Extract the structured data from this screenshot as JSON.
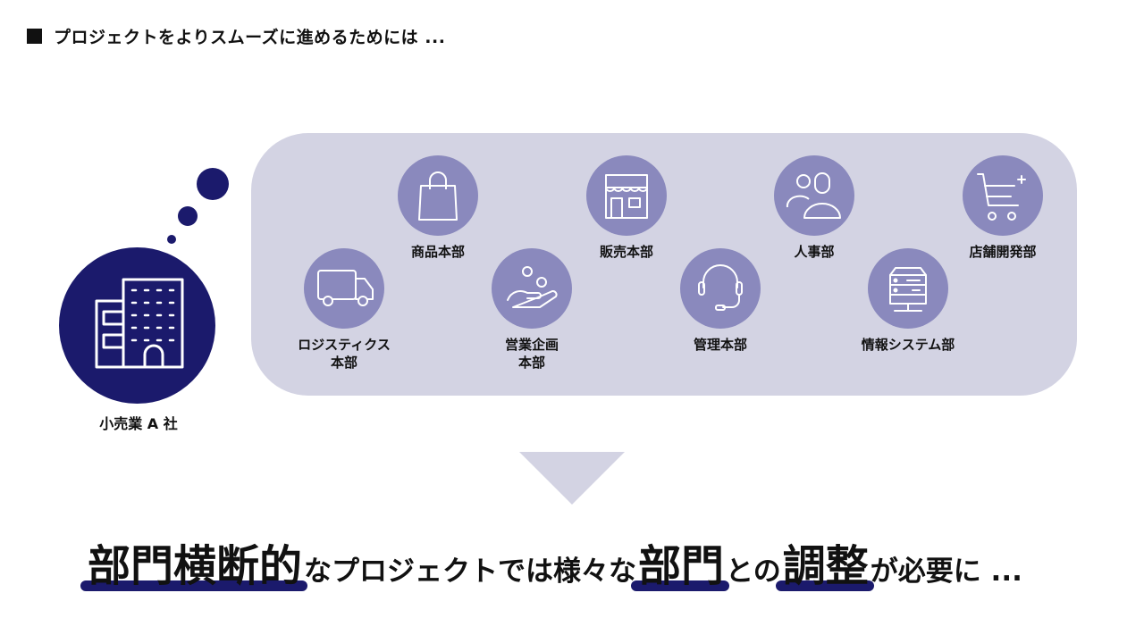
{
  "header": {
    "text": "プロジェクトをよりスムーズに進めるためには ..."
  },
  "company": {
    "label": "小売業 A 社"
  },
  "departments": [
    {
      "label": "ロジスティクス\n本部",
      "icon": "truck-icon"
    },
    {
      "label": "商品本部",
      "icon": "shopping-bag-icon"
    },
    {
      "label": "営業企画\n本部",
      "icon": "hand-coins-icon"
    },
    {
      "label": "販売本部",
      "icon": "storefront-icon"
    },
    {
      "label": "管理本部",
      "icon": "headset-icon"
    },
    {
      "label": "人事部",
      "icon": "people-icon"
    },
    {
      "label": "情報システム部",
      "icon": "server-icon"
    },
    {
      "label": "店舗開発部",
      "icon": "cart-plus-icon"
    }
  ],
  "conclusion": {
    "part1": "部門横断的",
    "part2": "なプロジェクトでは様々な",
    "part3": "部門",
    "part4": "との",
    "part5": "調整",
    "part6": "が必要に ..."
  },
  "colors": {
    "navy": "#1b1a6c",
    "lavender": "#d3d3e3",
    "icon_circle": "#8a89bd"
  }
}
